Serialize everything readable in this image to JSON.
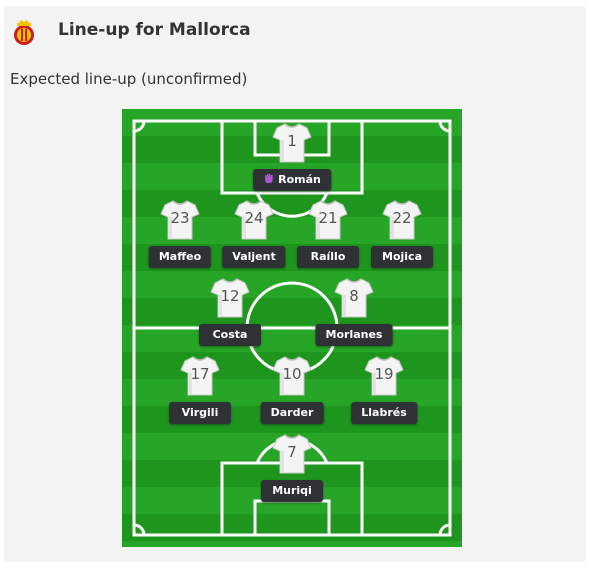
{
  "header": {
    "title": "Line-up for Mallorca"
  },
  "subtitle": "Expected line-up (unconfirmed)",
  "colors": {
    "pitch_dark": "#1e961e",
    "pitch_light": "#27a527",
    "lines": "#ffffff",
    "badge": "#2f3235",
    "crest_red": "#c81e1e",
    "crest_yellow": "#f2c200"
  },
  "players": [
    {
      "number": "1",
      "name": "Román",
      "goalkeeper": true
    },
    {
      "number": "23",
      "name": "Maffeo"
    },
    {
      "number": "24",
      "name": "Valjent"
    },
    {
      "number": "21",
      "name": "Raíllo"
    },
    {
      "number": "22",
      "name": "Mojica"
    },
    {
      "number": "12",
      "name": "Costa"
    },
    {
      "number": "8",
      "name": "Morlanes"
    },
    {
      "number": "17",
      "name": "Virgili"
    },
    {
      "number": "10",
      "name": "Darder"
    },
    {
      "number": "19",
      "name": "Llabrés"
    },
    {
      "number": "7",
      "name": "Muriqi"
    }
  ]
}
